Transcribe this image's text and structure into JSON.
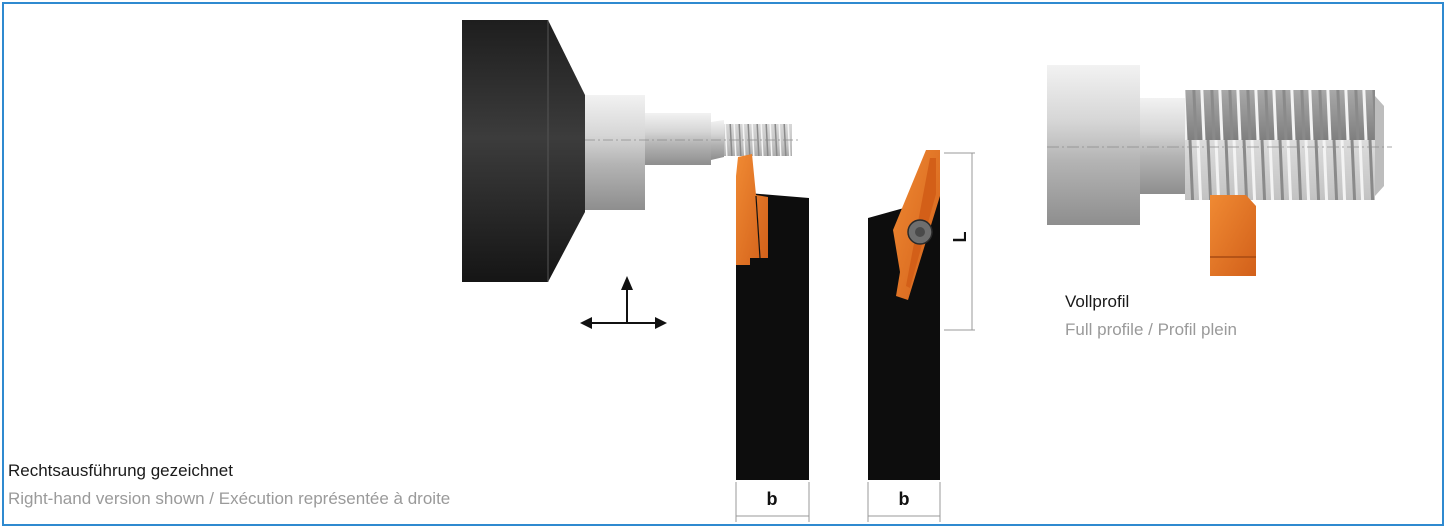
{
  "captions": {
    "left_main": "Rechtsausführung gezeichnet",
    "left_sub": "Right-hand version shown / Exécution représentée à droite",
    "right_main": "Vollprofil",
    "right_sub": "Full profile / Profil plein"
  },
  "dimensions": {
    "width_label_1": "b",
    "width_label_2": "b",
    "length_label": "L"
  },
  "colors": {
    "border": "#2f8ad0",
    "insert": "#e8731e",
    "holder": "#0d0d0d",
    "chuck": "#2b2b2b",
    "workpiece": "#c9c9c9"
  },
  "icons": [
    "motion-arrows-icon"
  ]
}
